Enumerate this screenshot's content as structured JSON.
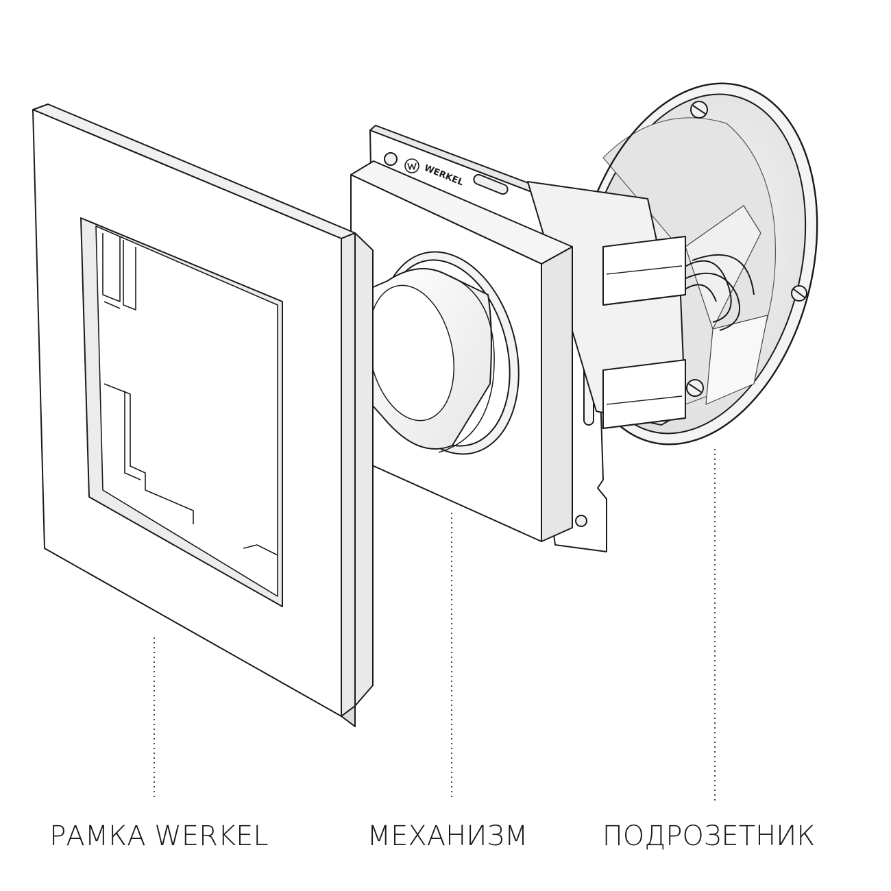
{
  "labels": {
    "frame": "РАМКА WERKEL",
    "mechanism": "МЕХАНИЗМ",
    "box": "ПОДРОЗЕТНИК"
  },
  "brand": {
    "logo_text": "WERKEL"
  },
  "colors": {
    "line": "#1a1a1a",
    "fill": "#ffffff",
    "shade": "#ececec",
    "deep_shade": "#d9d9d9"
  },
  "icons": [
    "werkel-logo-icon",
    "screw-icon"
  ]
}
